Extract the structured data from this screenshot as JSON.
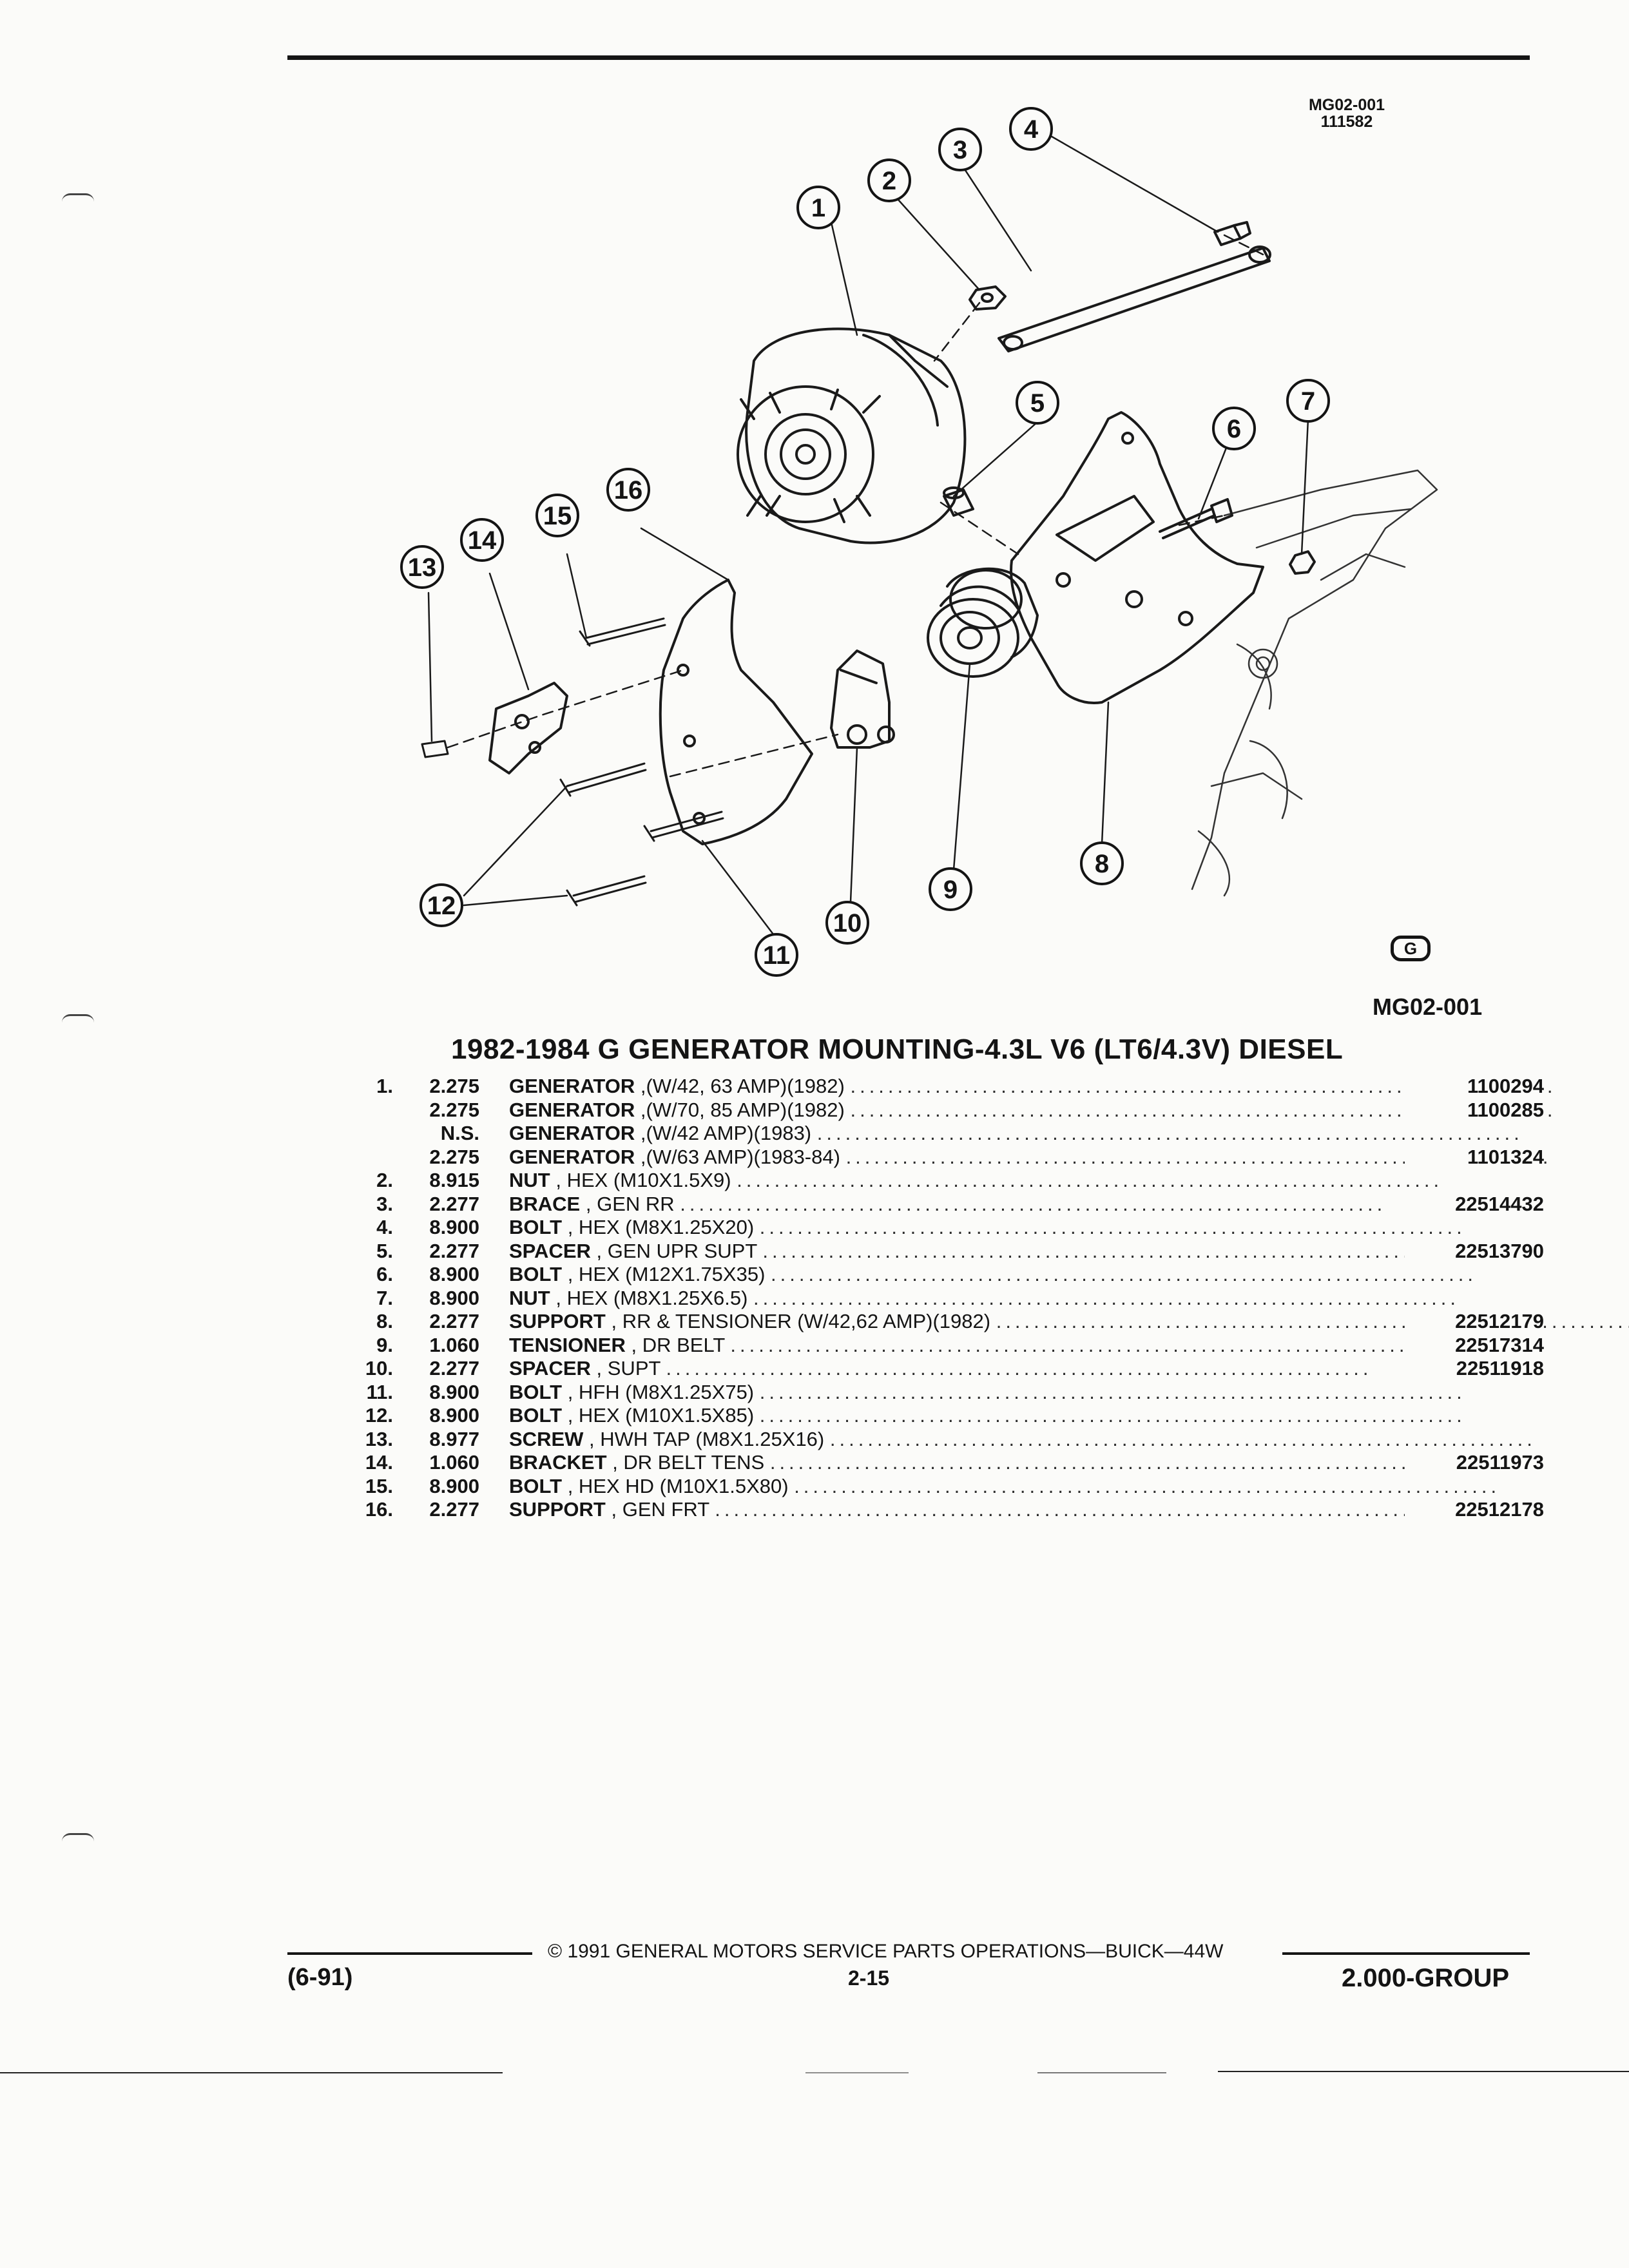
{
  "header": {
    "ref_code": "MG02-001",
    "ref_date": "111582"
  },
  "diagram": {
    "callouts": [
      "1",
      "2",
      "3",
      "4",
      "5",
      "6",
      "7",
      "8",
      "9",
      "10",
      "11",
      "12",
      "13",
      "14",
      "15",
      "16"
    ],
    "logo": "G",
    "figure_id": "MG02-001"
  },
  "title": "1982-1984 G GENERATOR MOUNTING-4.3L V6 (LT6/4.3V) DIESEL",
  "parts": [
    {
      "item": "1.",
      "group": "2.275",
      "name": "GENERATOR",
      "desc": ",(W/42, 63 AMP)(1982)",
      "pn": "1100294"
    },
    {
      "item": "",
      "group": "2.275",
      "name": "GENERATOR",
      "desc": ",(W/70, 85 AMP)(1982)",
      "pn": "1100285"
    },
    {
      "item": "",
      "group": "N.S.",
      "name": "GENERATOR",
      "desc": ",(W/42 AMP)(1983)",
      "pn": ""
    },
    {
      "item": "",
      "group": "2.275",
      "name": "GENERATOR",
      "desc": ",(W/63 AMP)(1983-84)",
      "pn": "1101324"
    },
    {
      "item": "2.",
      "group": "8.915",
      "name": "NUT",
      "desc": ", HEX (M10X1.5X9)",
      "pn": ""
    },
    {
      "item": "3.",
      "group": "2.277",
      "name": "BRACE",
      "desc": ", GEN RR",
      "pn": "22514432"
    },
    {
      "item": "4.",
      "group": "8.900",
      "name": "BOLT",
      "desc": ", HEX (M8X1.25X20)",
      "pn": ""
    },
    {
      "item": "5.",
      "group": "2.277",
      "name": "SPACER",
      "desc": ", GEN UPR SUPT",
      "pn": "22513790"
    },
    {
      "item": "6.",
      "group": "8.900",
      "name": "BOLT",
      "desc": ", HEX (M12X1.75X35)",
      "pn": ""
    },
    {
      "item": "7.",
      "group": "8.900",
      "name": "NUT",
      "desc": ", HEX (M8X1.25X6.5)",
      "pn": ""
    },
    {
      "item": "8.",
      "group": "2.277",
      "name": "SUPPORT",
      "desc": ", RR & TENSIONER (W/42,62 AMP)(1982)",
      "pn": "22512179"
    },
    {
      "item": "9.",
      "group": "1.060",
      "name": "TENSIONER",
      "desc": ", DR BELT",
      "pn": "22517314"
    },
    {
      "item": "10.",
      "group": "2.277",
      "name": "SPACER",
      "desc": ", SUPT",
      "pn": "22511918"
    },
    {
      "item": "11.",
      "group": "8.900",
      "name": "BOLT",
      "desc": ", HFH (M8X1.25X75)",
      "pn": ""
    },
    {
      "item": "12.",
      "group": "8.900",
      "name": "BOLT",
      "desc": ", HEX (M10X1.5X85)",
      "pn": ""
    },
    {
      "item": "13.",
      "group": "8.977",
      "name": "SCREW",
      "desc": ", HWH TAP (M8X1.25X16)",
      "pn": ""
    },
    {
      "item": "14.",
      "group": "1.060",
      "name": "BRACKET",
      "desc": ", DR BELT TENS",
      "pn": "22511973"
    },
    {
      "item": "15.",
      "group": "8.900",
      "name": "BOLT",
      "desc": ", HEX HD (M10X1.5X80)",
      "pn": ""
    },
    {
      "item": "16.",
      "group": "2.277",
      "name": "SUPPORT",
      "desc": ", GEN FRT",
      "pn": "22512178"
    }
  ],
  "footer": {
    "copyright": "© 1991 GENERAL MOTORS SERVICE PARTS OPERATIONS—BUICK—44W",
    "date": "(6-91)",
    "page": "2-15",
    "group": "2.000-GROUP"
  },
  "colors": {
    "ink": "#141414",
    "paper": "#fbfbf9"
  }
}
